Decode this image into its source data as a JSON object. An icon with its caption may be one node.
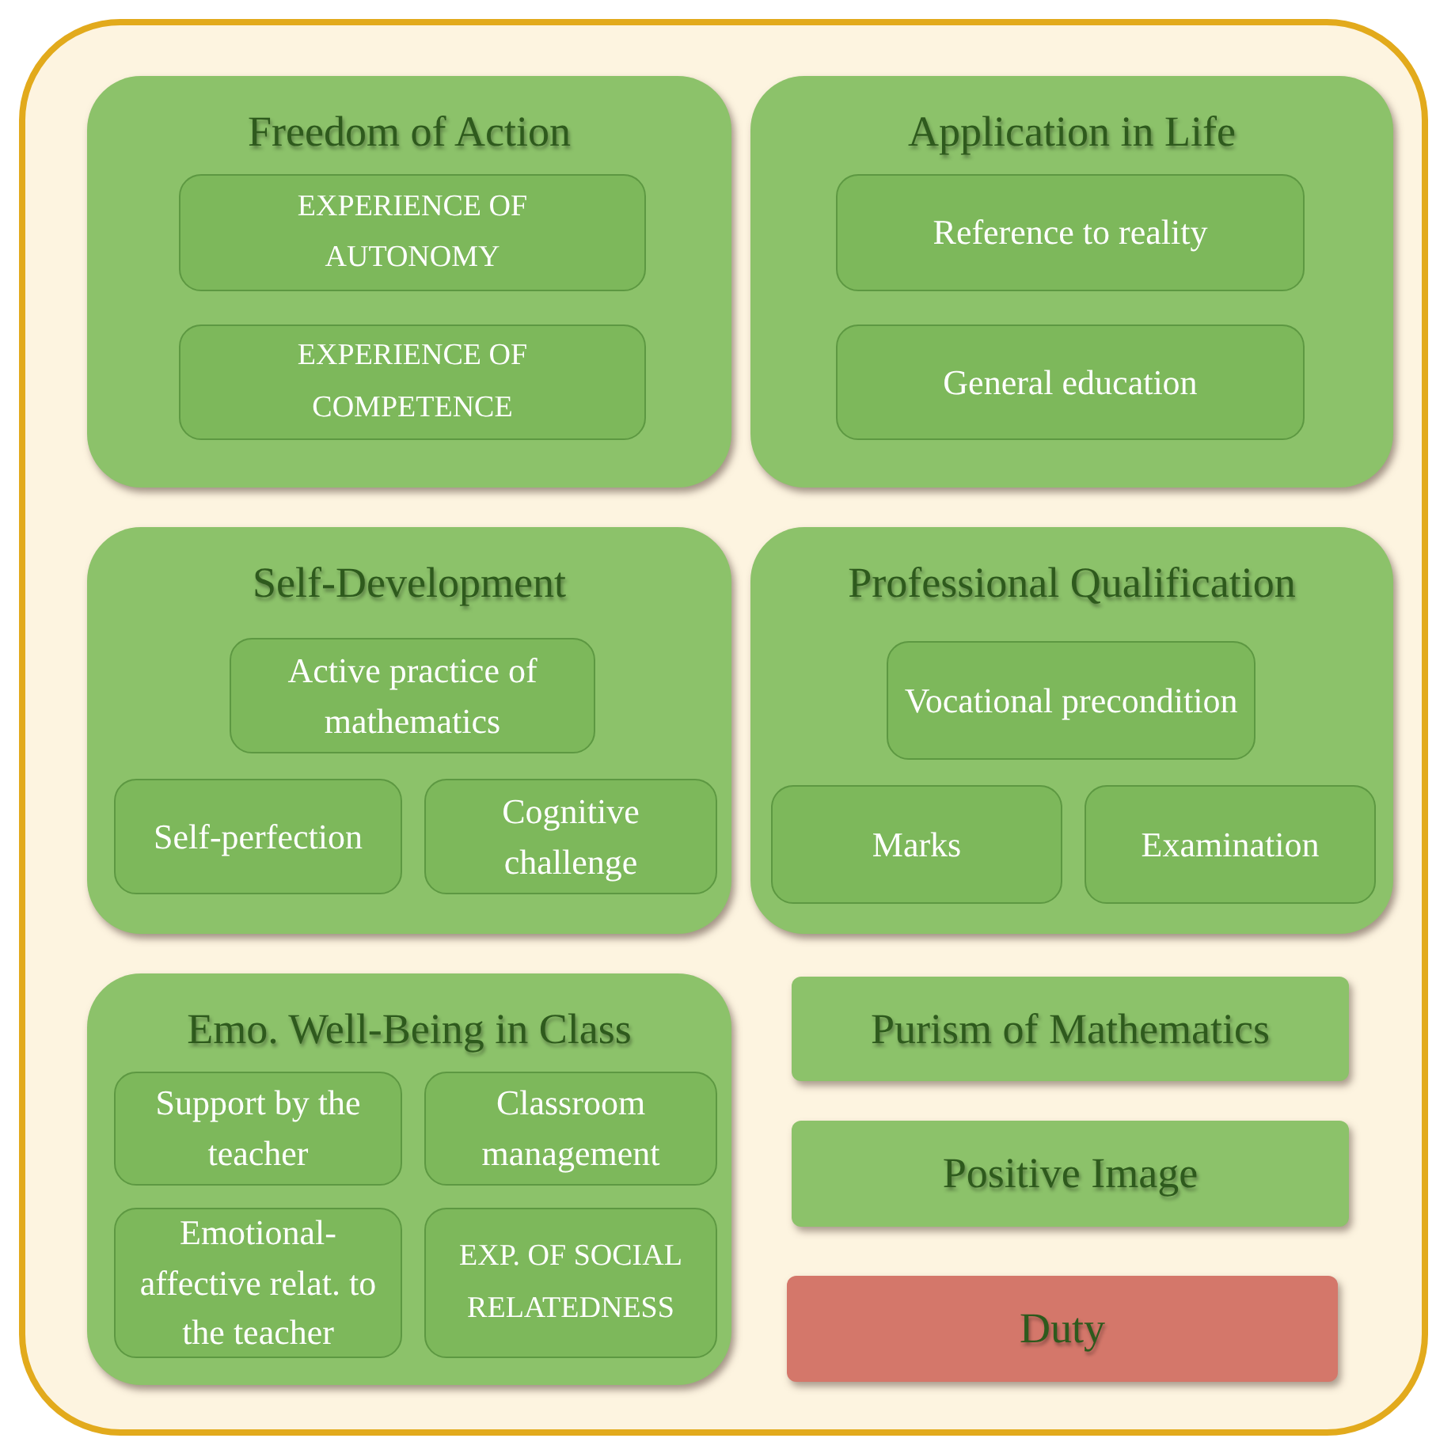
{
  "diagram": {
    "nodes": [
      {
        "text": [
          "Freedom of Action"
        ]
      },
      {
        "text": [
          "EXPERIENCE OF AUTONOMY"
        ],
        "in": 0
      },
      {
        "text": [
          "EXPERIENCE OF COMPETENCE"
        ],
        "in": 0
      },
      {
        "text": [
          "Application in Life"
        ]
      },
      {
        "text": [
          "Reference to reality"
        ],
        "in": 3
      },
      {
        "text": [
          "General education"
        ],
        "in": 3
      },
      {
        "text": [
          "Self-Development"
        ]
      },
      {
        "text": [
          "Active practice of mathematics"
        ],
        "in": 6
      },
      {
        "text": [
          "Self-perfection"
        ],
        "in": 6
      },
      {
        "text": [
          "Cognitive challenge"
        ],
        "in": 6
      },
      {
        "text": [
          "Professional Qualification"
        ]
      },
      {
        "text": [
          "Vocational precondition"
        ],
        "in": 10
      },
      {
        "text": [
          "Marks"
        ],
        "in": 10
      },
      {
        "text": [
          "Examination"
        ],
        "in": 10
      },
      {
        "text": [
          "Emo. Well-Being in Class"
        ]
      },
      {
        "text": [
          "Support by the teacher"
        ],
        "in": 14
      },
      {
        "text": [
          "Classroom management"
        ],
        "in": 14
      },
      {
        "text": [
          "Emotional-affective relat. to the teacher"
        ],
        "in": 14
      },
      {
        "text": [
          "EXP. OF SOCIAL RELATEDNESS"
        ],
        "in": 14
      },
      {
        "text": [
          "Purism of Mathematics"
        ]
      },
      {
        "text": [
          "Positive Image"
        ]
      },
      {
        "text": [
          "Duty"
        ]
      }
    ]
  }
}
